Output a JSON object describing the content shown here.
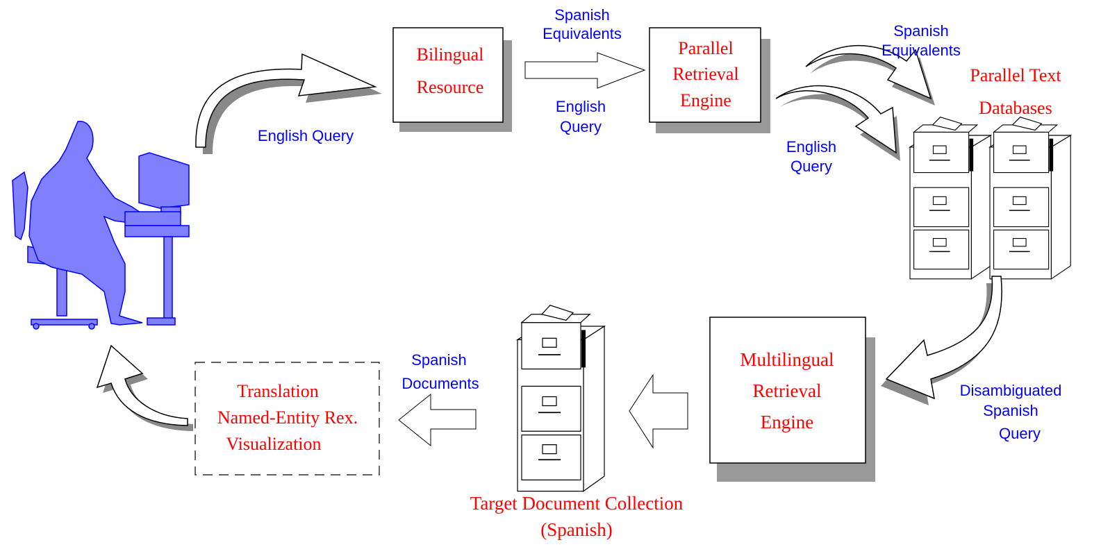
{
  "colors": {
    "component_text": "#ff0000",
    "flow_text": "#0000ff",
    "user_figure": "#8080ff",
    "shadow": "#999999"
  },
  "icons": {
    "user": "person-at-computer-icon",
    "parallel_db": "filing-cabinet-icon",
    "target_collection": "filing-cabinet-icon"
  },
  "nodes": {
    "bilingual_resource": {
      "line1": "Bilingual",
      "line2": "Resource"
    },
    "parallel_engine": {
      "line1": "Parallel",
      "line2": "Retrieval",
      "line3": "Engine"
    },
    "parallel_text_db": {
      "line1": "Parallel Text",
      "line2": "Databases"
    },
    "multilingual_engine": {
      "line1": "Multilingual",
      "line2": "Retrieval",
      "line3": "Engine"
    },
    "post_processing": {
      "line1": "Translation",
      "line2": "Named-Entity Rex.",
      "line3": "Visualization"
    },
    "target_collection": {
      "line1": "Target Document Collection",
      "line2": "(Spanish)"
    }
  },
  "flows": {
    "user_to_bilingual": "English Query",
    "bilingual_to_parallel_top": {
      "line1": "Spanish",
      "line2": "Equivalents"
    },
    "bilingual_to_parallel_bottom": {
      "line1": "English",
      "line2": "Query"
    },
    "parallel_to_db_top": {
      "line1": "Spanish",
      "line2": "Equivalents"
    },
    "parallel_to_db_bottom": {
      "line1": "English",
      "line2": "Query"
    },
    "db_to_multilingual": {
      "line1": "Disambiguated",
      "line2": "Spanish",
      "line3": "Query"
    },
    "collection_to_post": {
      "line1": "Spanish",
      "line2": "Documents"
    }
  }
}
